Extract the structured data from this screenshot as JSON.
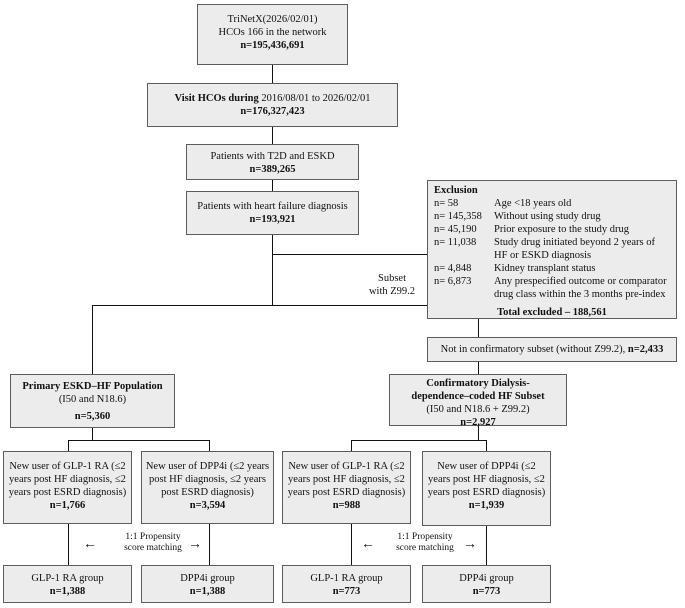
{
  "top": {
    "line1": "TriNetX(2026/02/01)",
    "line2": "HCOs 166 in the network",
    "n": "n=195,436,691"
  },
  "visit": {
    "bold": "Visit HCOs during",
    "rest": " 2016/08/01 to 2026/02/01",
    "n": "n=176,327,423"
  },
  "t2d": {
    "label": "Patients with T2D and ESKD",
    "n": "n=389,265"
  },
  "hf": {
    "label": "Patients with heart failure diagnosis",
    "n": "n=193,921"
  },
  "exclusion": {
    "title": "Exclusion",
    "items": [
      {
        "n": "n= 58",
        "text": "Age <18 years old"
      },
      {
        "n": "n= 145,358",
        "text": "Without using study drug"
      },
      {
        "n": "n= 45,190",
        "text": "Prior exposure to the study drug"
      },
      {
        "n": "n= 11,038",
        "text": "Study drug initiated beyond 2 years of HF or ESKD diagnosis"
      },
      {
        "n": "n= 4,848",
        "text": "Kidney transplant status"
      },
      {
        "n": "n= 6,873",
        "text": "Any prespecified outcome or comparator drug class within the 3 months pre-index"
      }
    ],
    "total": "Total excluded – 188,561"
  },
  "subset_label": {
    "line1": "Subset",
    "line2": "with Z99.2"
  },
  "not_confirm": {
    "text": "Not in confirmatory subset (without Z99.2), ",
    "n": "n=2,433"
  },
  "primary": {
    "title": "Primary ESKD–HF Population",
    "sub": "(I50 and N18.6)",
    "n": "n=5,360"
  },
  "confirm": {
    "title1": "Confirmatory Dialysis-",
    "title2": "dependence–coded HF Subset",
    "sub": "(I50 and N18.6 + Z99.2)",
    "n": "n=2,927"
  },
  "glp_left": {
    "l1": "New user of GLP-1 RA (≤2",
    "l2": "years post HF diagnosis, ≤2",
    "l3": "years post ESRD diagnosis)",
    "n": "n=1,766"
  },
  "dpp_left": {
    "l1": "New user of DPP4i (≤2 years",
    "l2": "post HF diagnosis, ≤2 years",
    "l3": "post ESRD diagnosis)",
    "n": "n=3,594"
  },
  "glp_right": {
    "l1": "New user of GLP-1 RA (≤2",
    "l2": "years post HF diagnosis, ≤2",
    "l3": "years post ESRD diagnosis)",
    "n": "n=988"
  },
  "dpp_right": {
    "l1": "New user of DPP4i (≤2",
    "l2": "years post HF diagnosis, ≤2",
    "l3": "years post ESRD diagnosis)",
    "n": "n=1,939"
  },
  "psm": {
    "line1": "1:1 Propensity",
    "line2": "score matching"
  },
  "arrow_left": "←",
  "arrow_right": "→",
  "glp_grp_left": {
    "label": "GLP-1 RA group",
    "n": "n=1,388"
  },
  "dpp_grp_left": {
    "label": "DPP4i group",
    "n": "n=1,388"
  },
  "glp_grp_right": {
    "label": "GLP-1 RA group",
    "n": "n=773"
  },
  "dpp_grp_right": {
    "label": "DPP4i group",
    "n": "n=773"
  }
}
